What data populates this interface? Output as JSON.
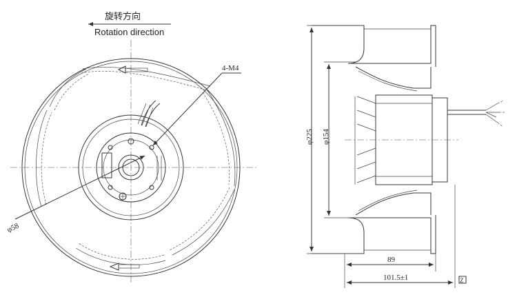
{
  "rotation": {
    "label_cn": "旋转方向",
    "label_en": "Rotation direction"
  },
  "callouts": {
    "holes": "4-M4",
    "hub_diameter": "φ58"
  },
  "dimensions": {
    "outer_diameter": "φ225",
    "inlet_diameter": "φ154",
    "depth": "89",
    "total_depth": "101.5±1",
    "box_mark": "Z"
  }
}
